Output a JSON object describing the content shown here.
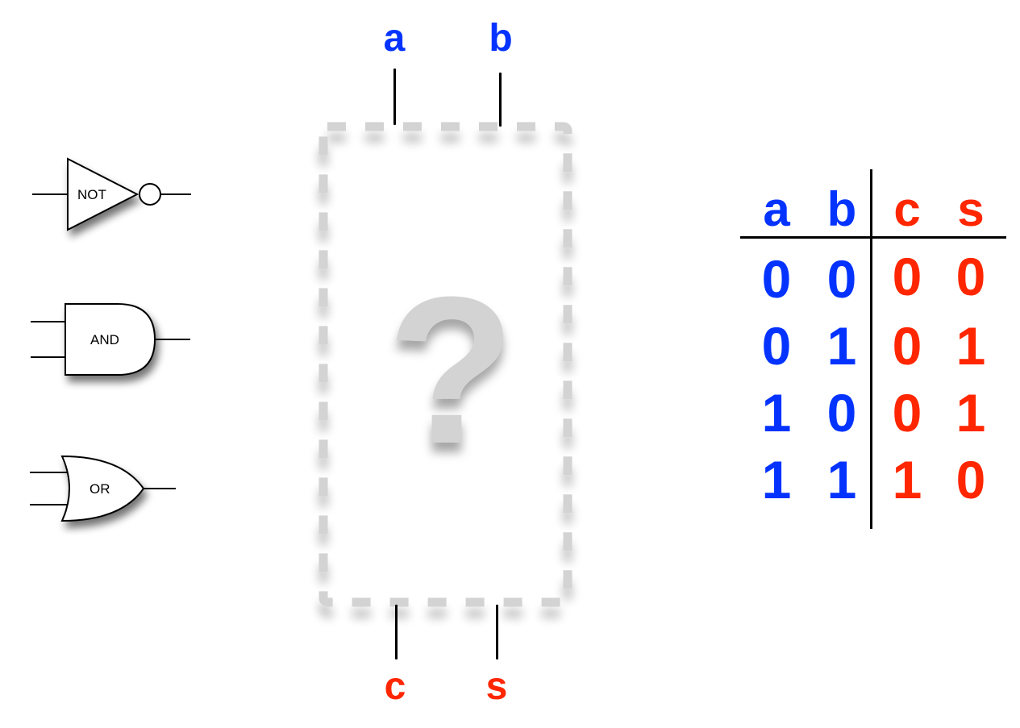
{
  "gates": [
    {
      "name": "not",
      "label": "NOT"
    },
    {
      "name": "and",
      "label": "AND"
    },
    {
      "name": "or",
      "label": "OR"
    }
  ],
  "black_box": {
    "symbol": "?",
    "inputs": [
      "a",
      "b"
    ],
    "outputs": [
      "c",
      "s"
    ]
  },
  "truth_table": {
    "headers": {
      "inputs": [
        "a",
        "b"
      ],
      "outputs": [
        "c",
        "s"
      ]
    },
    "rows": [
      [
        "0",
        "0",
        "0",
        "0"
      ],
      [
        "0",
        "1",
        "0",
        "1"
      ],
      [
        "1",
        "0",
        "0",
        "1"
      ],
      [
        "1",
        "1",
        "1",
        "0"
      ]
    ]
  },
  "colors": {
    "input": "#0433ff",
    "output": "#ff2600",
    "box_dash": "#d3d3d3",
    "line": "#000000"
  }
}
